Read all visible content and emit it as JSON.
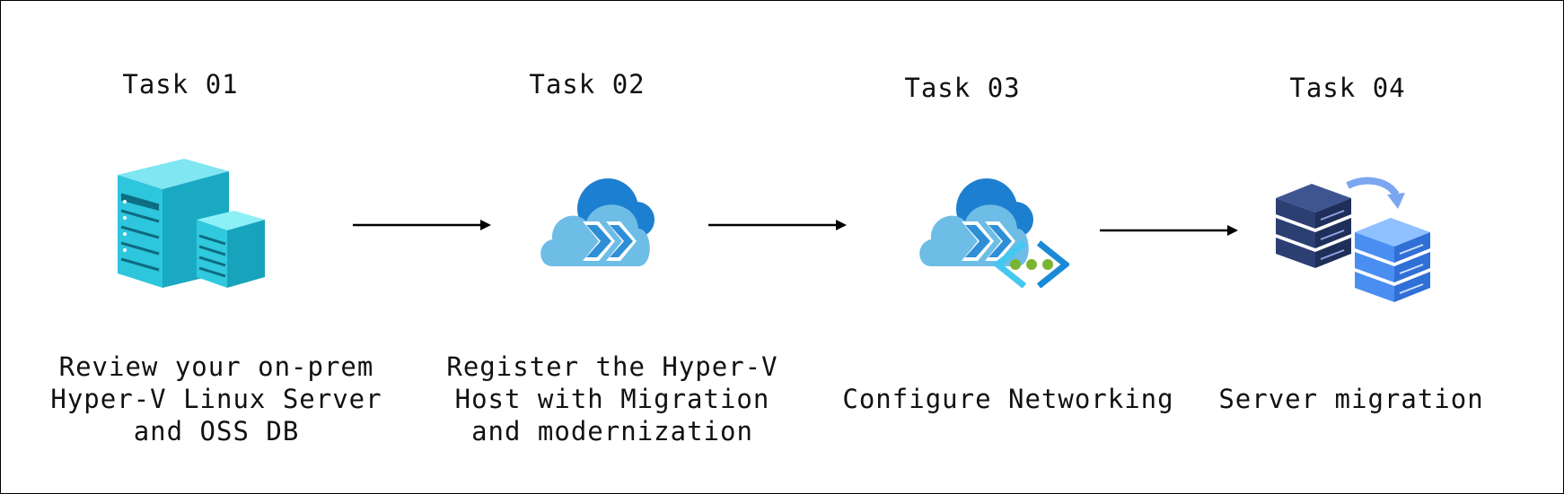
{
  "tasks": [
    {
      "title": "Task 01",
      "description": "Review your on-prem\nHyper-V Linux Server\nand OSS DB",
      "icon": "server-icon"
    },
    {
      "title": "Task 02",
      "description": "Register the Hyper-V\nHost with Migration\nand modernization",
      "icon": "migrate-cloud-icon"
    },
    {
      "title": "Task 03",
      "description": "Configure Networking",
      "icon": "migrate-network-icon"
    },
    {
      "title": "Task 04",
      "description": "Server migration",
      "icon": "server-migration-icon"
    }
  ],
  "colors": {
    "border": "#000000",
    "server_cyan": "#32c8dc",
    "cloud_light": "#6dbde6",
    "cloud_dark": "#1d7fd0",
    "network_green": "#7ab532",
    "server_navy": "#2c3f73",
    "server_blue": "#4a8ef2"
  }
}
